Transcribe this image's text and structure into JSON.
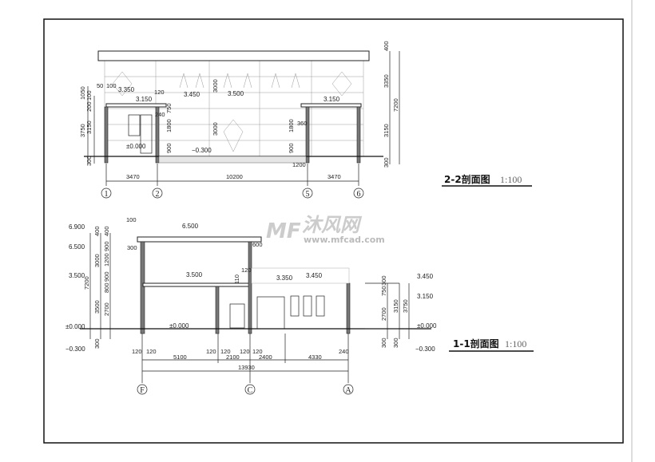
{
  "watermark": {
    "brand": "沐风网",
    "url": "www.mfcad.com"
  },
  "section_2_2": {
    "title": "2-2剖面图",
    "scale": "1:100",
    "elevations": [
      "3.350",
      "3.150",
      "3.450",
      "3.500",
      "3.150",
      "±0.000",
      "−0.300"
    ],
    "left_dims": [
      "1050",
      "100",
      "200",
      "3750",
      "3150",
      "300",
      "50",
      "100"
    ],
    "inner_dims": [
      "120",
      "750",
      "240",
      "1800",
      "900",
      "3000",
      "3000",
      "1800",
      "360",
      "900",
      "1200"
    ],
    "right_dims": [
      "400",
      "3350",
      "3150",
      "300",
      "7200"
    ],
    "bottom_dims": [
      "3470",
      "10200",
      "3470"
    ],
    "axes": [
      "1",
      "2",
      "5",
      "6"
    ]
  },
  "section_1_1": {
    "title": "1-1剖面图",
    "scale": "1:100",
    "left_elevations": [
      "6.900",
      "6.500",
      "3.500",
      "±0.000",
      "−0.300"
    ],
    "left_dims": [
      "400",
      "3000",
      "3500",
      "7200",
      "300",
      "400",
      "900",
      "1200",
      "900",
      "800",
      "2700"
    ],
    "inner_marks": [
      "100",
      "6.500",
      "300",
      "600",
      "120",
      "110",
      "3.500",
      "3.350",
      "3.450",
      "±0.000"
    ],
    "right_elevations": [
      "3.450",
      "3.150",
      "±0.000",
      "−0.300"
    ],
    "right_dims": [
      "300",
      "750",
      "2700",
      "3150",
      "3750",
      "300",
      "300"
    ],
    "bottom_small_dims": [
      "120",
      "120",
      "120",
      "120",
      "120",
      "120",
      "240"
    ],
    "bottom_dims": [
      "5100",
      "2100",
      "2400",
      "4330"
    ],
    "total_dim": "13930",
    "axes": [
      "F",
      "C",
      "A"
    ]
  }
}
